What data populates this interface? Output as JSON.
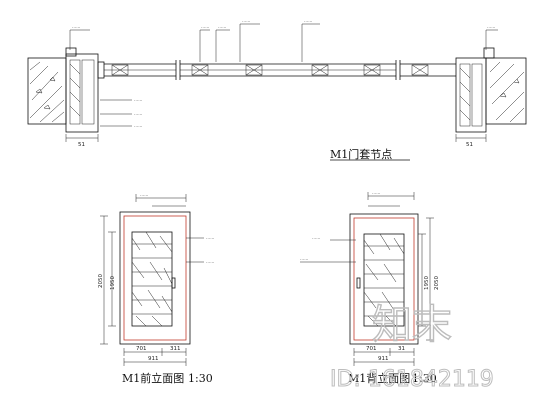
{
  "titles": {
    "section": "M1门套节点",
    "front_elev": "M1前立面图",
    "rear_elev": "M1背立面图",
    "scale_left": "1:30",
    "scale_right": "1:30"
  },
  "dims": {
    "section_left": "51",
    "section_right": "51",
    "door_height": "2050",
    "door_leaf": "1950",
    "frame_width_left": "701",
    "frame_side_left": "311",
    "frame_width_right": "701",
    "frame_side_right": "31",
    "total_width_left": "911",
    "total_width_right": "911"
  },
  "annotations": {
    "small": "……"
  },
  "watermark": {
    "logo_text": "知末",
    "id_text": "ID: 161842119"
  }
}
